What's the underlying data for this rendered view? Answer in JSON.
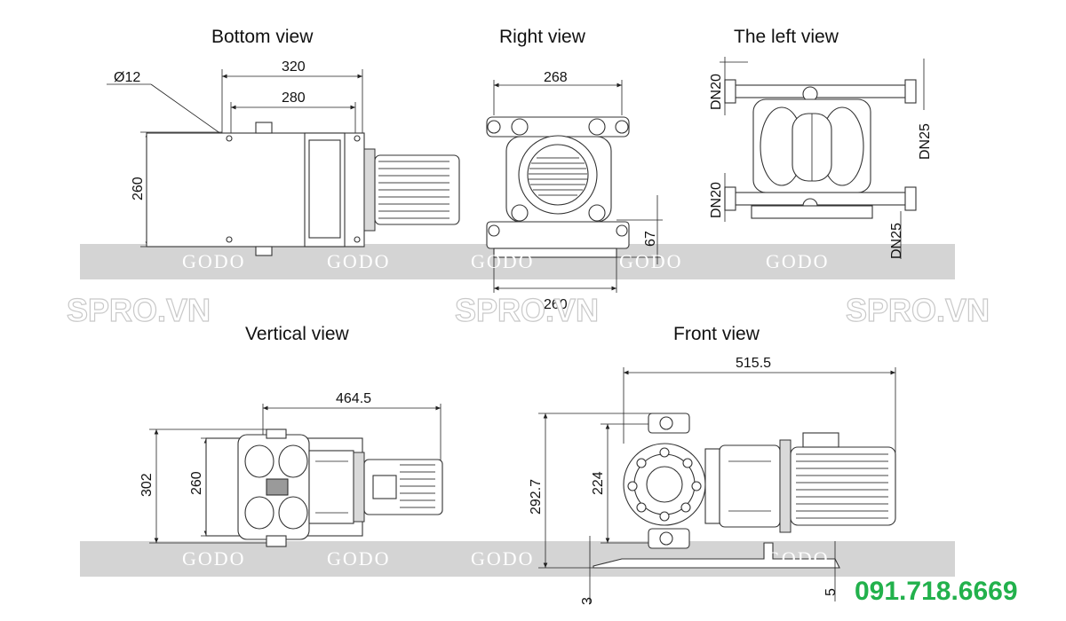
{
  "views": {
    "bottom": {
      "title": "Bottom view",
      "dims": {
        "hole": "Ø12",
        "w_outer": "320",
        "w_inner": "280",
        "height": "260"
      }
    },
    "right": {
      "title": "Right view",
      "dims": {
        "top": "268",
        "bottom": "260",
        "side": "67"
      }
    },
    "left": {
      "title": "The left view",
      "dims": {
        "dn20_top": "DN20",
        "dn25_top": "DN25",
        "dn20_bottom": "DN20",
        "dn25_bottom": "DN25"
      }
    },
    "vertical": {
      "title": "Vertical view",
      "dims": {
        "width": "464.5",
        "outer": "302",
        "inner": "260"
      }
    },
    "front": {
      "title": "Front view",
      "dims": {
        "width": "515.5",
        "outer": "292.7",
        "inner": "224",
        "left_small": "3",
        "right_small": "5"
      }
    }
  },
  "watermarks": {
    "band": "GODO",
    "brand": "SPRO.VN"
  },
  "phone": "091.718.6669"
}
